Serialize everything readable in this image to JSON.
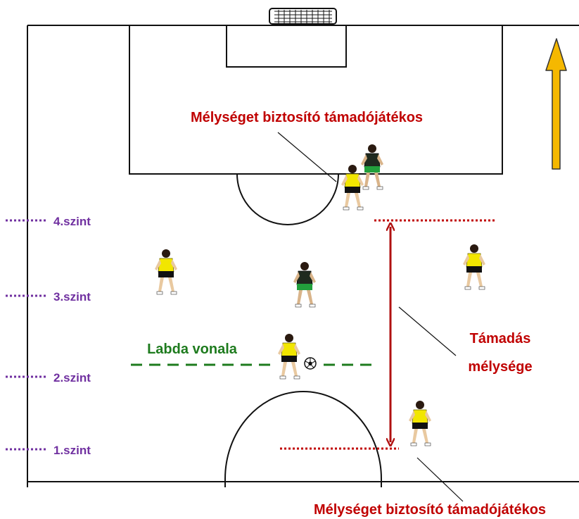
{
  "labels": {
    "top_annotation": "Mélységet biztosító támadójátékos",
    "bottom_annotation": "Mélységet biztosító támadójátékos",
    "ball_line": "Labda vonala",
    "depth_line1": "Támadás",
    "depth_line2": "mélysége"
  },
  "levels": [
    {
      "label": "4.szint"
    },
    {
      "label": "3.szint"
    },
    {
      "label": "2.szint"
    },
    {
      "label": "1.szint"
    }
  ],
  "colors": {
    "annotation_red": "#c00000",
    "level_purple": "#7030a0",
    "ball_line_green": "#1e7b1e",
    "depth_arrow": "#b01010",
    "direction_arrow_fill": "#f5b800",
    "field_line": "#111111",
    "yellow_kit": "#f2e600",
    "green_kit": "#1f2a1f",
    "green_shorts": "#22a03c"
  },
  "icons": {
    "goal": "goal-net-icon",
    "direction": "attack-direction-arrow-icon",
    "ball": "soccer-ball-icon",
    "player": "player-figure-icon"
  }
}
